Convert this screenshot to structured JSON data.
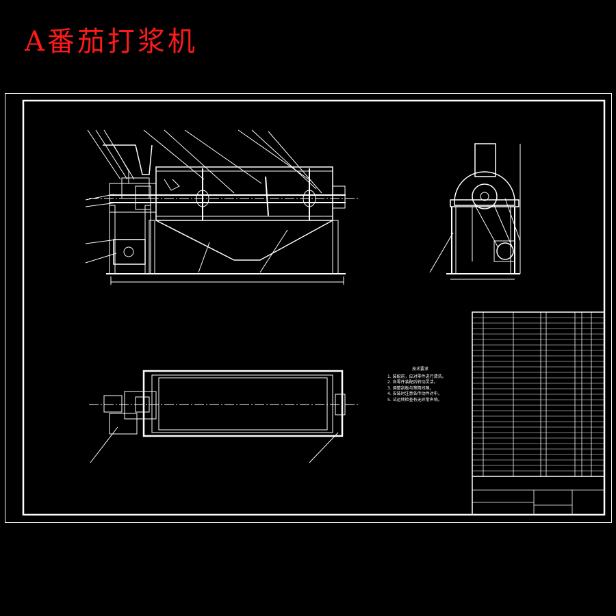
{
  "title": "A番茄打浆机",
  "colors": {
    "background": "#000000",
    "lines": "#ffffff",
    "title": "#ff1a1a"
  },
  "requirements": {
    "heading": "技术要求",
    "items": [
      "1. 装配前，应对零件进行清洗。",
      "2. 各零件装配后转动灵活。",
      "3. 调整刮板与筛筒间隙。",
      "4. 安装时注意各传动件对中。",
      "5. 试运转检查有无异常声响。"
    ]
  }
}
